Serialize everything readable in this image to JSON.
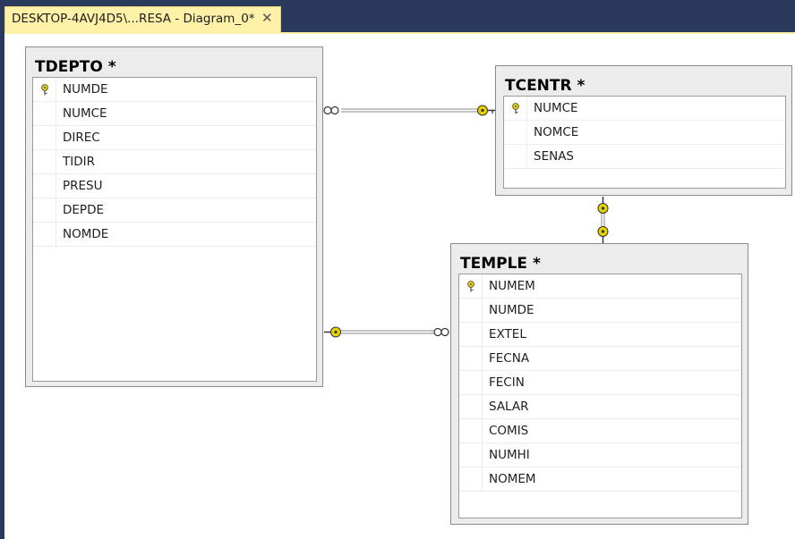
{
  "tab": {
    "title": "DESKTOP-4AVJ4D5\\...RESA - Diagram_0*",
    "close": "✕"
  },
  "tables": {
    "tdepto": {
      "title": "TDEPTO *",
      "columns": [
        "NUMDE",
        "NUMCE",
        "DIREC",
        "TIDIR",
        "PRESU",
        "DEPDE",
        "NOMDE"
      ],
      "primary_key": "NUMDE"
    },
    "tcentr": {
      "title": "TCENTR *",
      "columns": [
        "NUMCE",
        "NOMCE",
        "SENAS"
      ],
      "primary_key": "NUMCE"
    },
    "temple": {
      "title": "TEMPLE *",
      "columns": [
        "NUMEM",
        "NUMDE",
        "EXTEL",
        "FECNA",
        "FECIN",
        "SALAR",
        "COMIS",
        "NUMHI",
        "NOMEM"
      ],
      "primary_key": "NUMEM"
    }
  },
  "colors": {
    "tab_active": "#fff1a8",
    "frame": "#2b3a5c",
    "key_icon": "#e8d200",
    "relationship_line": "#7a7a7a"
  },
  "icons": {
    "primary_key": "key-icon",
    "relationship_one_end": "key-icon",
    "relationship_many_end": "infinity-icon"
  }
}
